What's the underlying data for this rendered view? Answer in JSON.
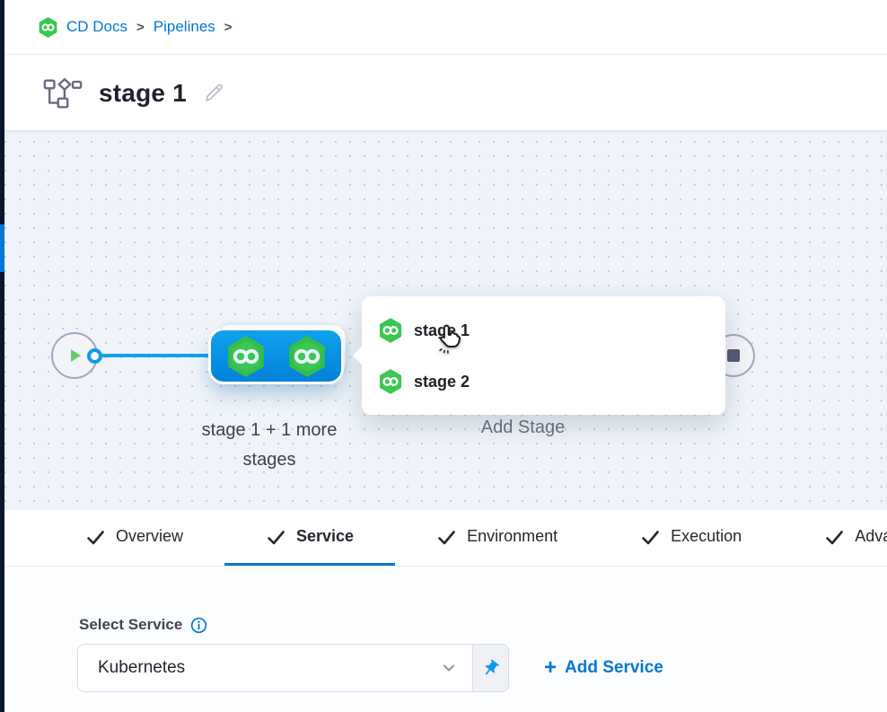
{
  "colors": {
    "accent_blue": "#0278d5",
    "node_blue": "#0092e4",
    "harness_green": "#3cc653",
    "canvas_bg": "#eef4f9",
    "rail_dark": "#07182c"
  },
  "breadcrumb": {
    "items": [
      {
        "label": "CD Docs"
      },
      {
        "label": "Pipelines"
      }
    ],
    "separator": ">"
  },
  "header": {
    "title": "stage 1"
  },
  "canvas": {
    "stage_group_label_line1": "stage 1 + 1 more",
    "stage_group_label_line2": "stages",
    "add_stage_label": "Add Stage",
    "stage_menu": {
      "items": [
        {
          "label": "stage 1"
        },
        {
          "label": "stage 2"
        }
      ]
    }
  },
  "tabs": {
    "items": [
      {
        "label": "Overview",
        "checked": true,
        "active": false
      },
      {
        "label": "Service",
        "checked": true,
        "active": true
      },
      {
        "label": "Environment",
        "checked": true,
        "active": false
      },
      {
        "label": "Execution",
        "checked": true,
        "active": false
      },
      {
        "label": "Advanced",
        "checked": true,
        "active": false
      }
    ]
  },
  "service_panel": {
    "label": "Select Service",
    "selected_value": "Kubernetes",
    "plus": "+",
    "add_service_label": "Add Service"
  }
}
